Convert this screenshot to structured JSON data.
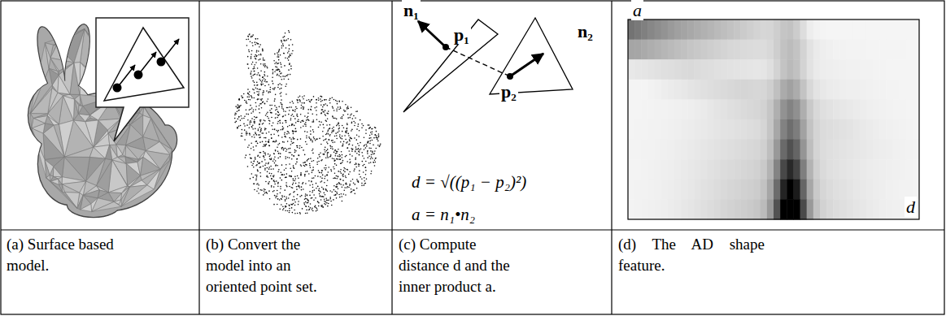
{
  "diagram": {
    "labels": [
      "n₁",
      "p₁",
      "p₂",
      "n₂",
      "d = √((p₁ − p₂)²)",
      "a = n₁•n₂",
      "a",
      "d",
      "(a) Surface based model.",
      "(b) Convert the model into an oriented point set.",
      "(c) Compute distance d and the inner product a.",
      "(d) The AD shape feature."
    ]
  }
}
